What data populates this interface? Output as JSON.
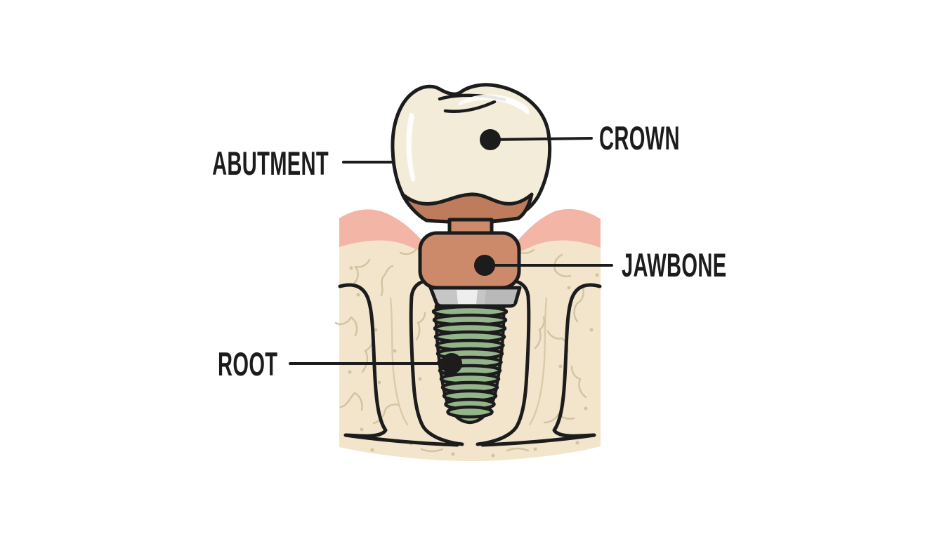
{
  "annotations": [
    {
      "label": "ABUTMENT",
      "side": "left",
      "has_dot": false
    },
    {
      "label": "CROWN",
      "side": "right",
      "has_dot": true
    },
    {
      "label": "JAWBONE",
      "side": "right",
      "has_dot": true
    },
    {
      "label": "ROOT",
      "side": "left",
      "has_dot": true
    }
  ],
  "colors": {
    "background": "#ffffff",
    "outline": "#1c1c1c",
    "crown_enamel": "#f3ecd9",
    "crown_highlight": "#ffffff",
    "cervical_collar": "#bf7c5d",
    "abutment_body": "#cd8a6b",
    "implant_collar": "#c6c6c6",
    "implant_collar_highlight": "#eeeeee",
    "implant_collar_shade": "#b9b9b9",
    "implant_screw": "#94b58b",
    "gum_tissue": "#f3b5a6",
    "jawbone_fill": "#f2e5cb",
    "bone_texture": "#cfc09c",
    "leader_line": "#1c1c1c",
    "label_text": "#1c1c1c"
  }
}
